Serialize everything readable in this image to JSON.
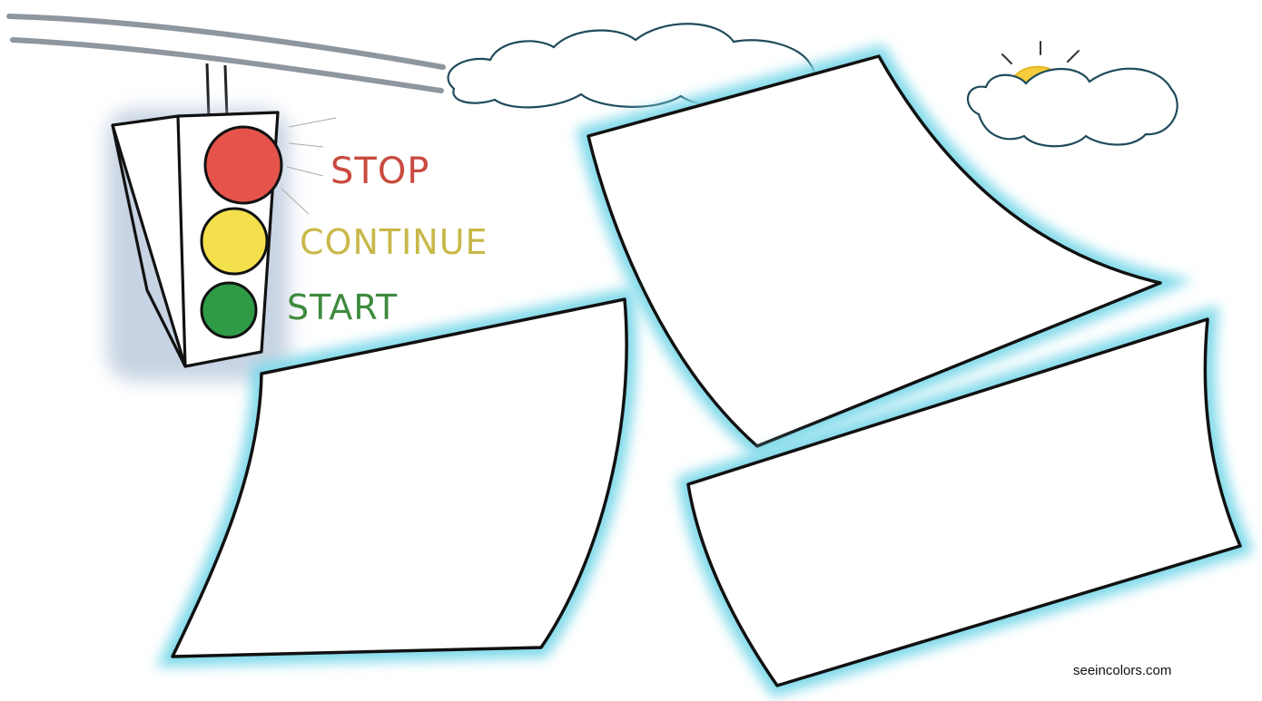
{
  "traffic_light": {
    "labels": {
      "stop": "STOP",
      "continue": "CONTINUE",
      "start": "START"
    },
    "colors": {
      "red": "#e5534b",
      "yellow": "#f4e04d",
      "green": "#2f9b46",
      "stop_text": "#c94a3f",
      "continue_text": "#c9b84a",
      "start_text": "#3e8a3e"
    }
  },
  "notes": {
    "glow_color": "#7fd9ea",
    "count": 3
  },
  "footer": {
    "credit": "seeincolors.com"
  }
}
